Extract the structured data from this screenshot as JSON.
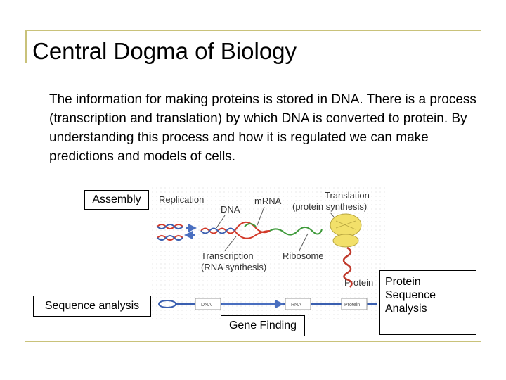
{
  "slide": {
    "title": "Central Dogma of Biology",
    "body": "The information for making proteins is stored in DNA.  There is a process (transcription and translation) by which DNA is converted to protein.  By understanding this process and how it is regulated we can make predictions and models of cells."
  },
  "diagram": {
    "labels": {
      "replication": "Replication",
      "dna": "DNA",
      "mrna": "mRNA",
      "translation": "Translation",
      "translation_sub": "(protein synthesis)",
      "transcription": "Transcription",
      "transcription_sub": "(RNA synthesis)",
      "ribosome": "Ribosome",
      "protein": "Protein",
      "bar_dna": "DNA",
      "bar_rna": "RNA",
      "bar_protein": "Protein"
    },
    "colors": {
      "dna_red": "#d23a2a",
      "dna_blue": "#3a5fb0",
      "mrna_green": "#3e9a3a",
      "ribosome": "#f2e06a",
      "protein_red": "#c0392b",
      "arrow": "#4a6fc0"
    }
  },
  "annotations": {
    "assembly": "Assembly",
    "sequence_analysis": "Sequence analysis",
    "gene_finding": "Gene Finding",
    "protein_seq_1": "Protein",
    "protein_seq_2": "Sequence",
    "protein_seq_3": "Analysis"
  }
}
